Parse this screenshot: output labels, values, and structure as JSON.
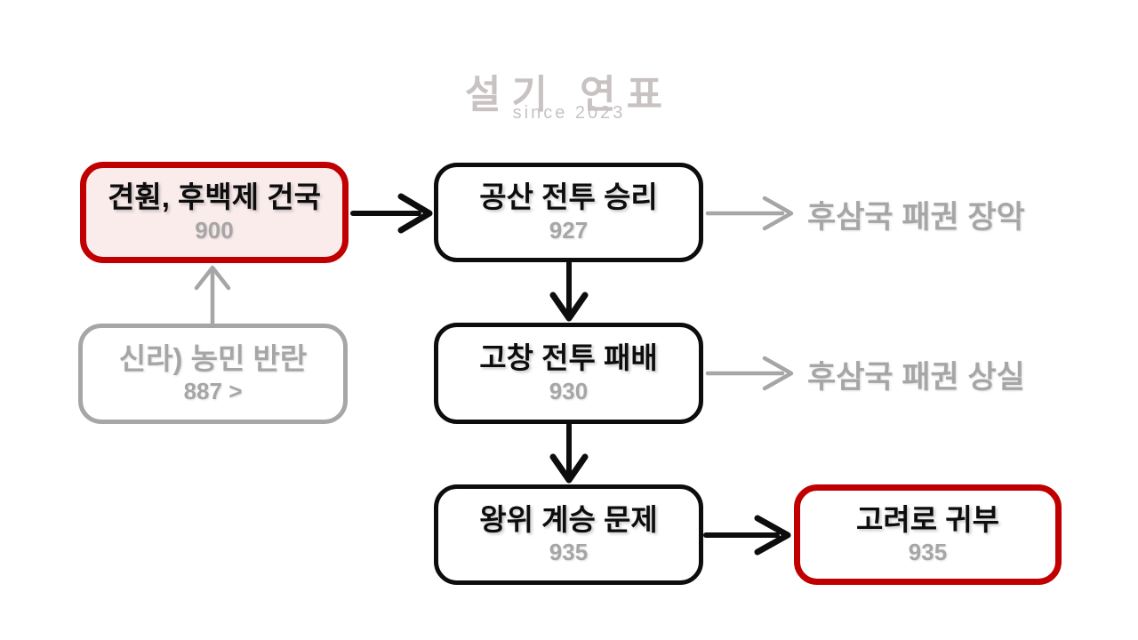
{
  "title": {
    "main": "설기 연표",
    "sub": "since 2023"
  },
  "colors": {
    "black": "#0d0d0d",
    "gray": "#a6a6a6",
    "red": "#c00000",
    "pink": "#fbecec",
    "title_gray": "#c9c2c2"
  },
  "nodes": {
    "founding": {
      "label": "견훤, 후백제 건국",
      "year": "900"
    },
    "gongsan": {
      "label": "공산 전투 승리",
      "year": "927"
    },
    "silla_revolt": {
      "label": "신라) 농민 반란",
      "year": "887 >"
    },
    "gochang": {
      "label": "고창 전투 패배",
      "year": "930"
    },
    "succession": {
      "label": "왕위 계승 문제",
      "year": "935"
    },
    "goryeo": {
      "label": "고려로 귀부",
      "year": "935"
    },
    "hegemony_gain": {
      "label": "후삼국 패권 장악"
    },
    "hegemony_loss": {
      "label": "후삼국 패권 상실"
    }
  }
}
